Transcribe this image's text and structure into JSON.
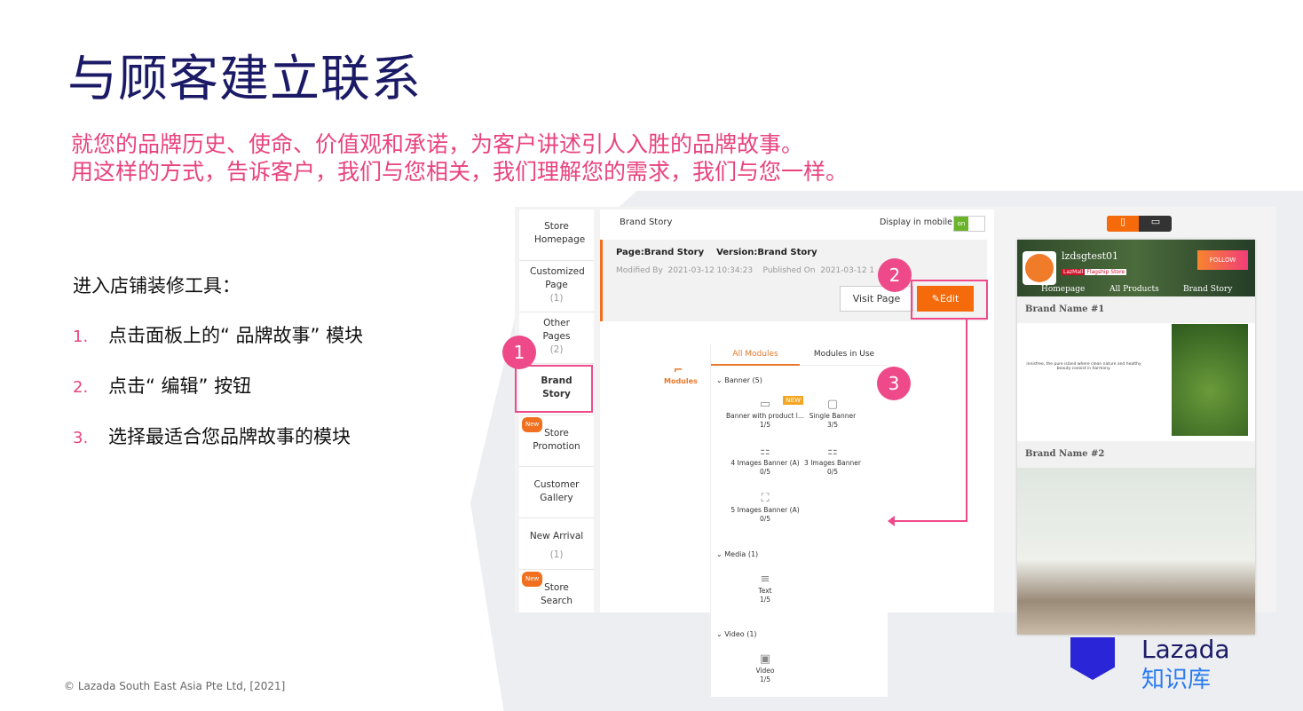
{
  "slide": {
    "title": "与顾客建立联系",
    "subtitle_lines": [
      "就您的品牌历史、使命、价值观和承诺，为客户讲述引人入胜的品牌故事。",
      "用这样的方式，告诉客户，我们与您相关，我们理解您的需求，我们与您一样。"
    ],
    "intro": "进入店铺装修工具：",
    "steps": [
      {
        "n": "1.",
        "text": "点击面板上的“ 品牌故事” 模块"
      },
      {
        "n": "2.",
        "text": "点击“ 编辑” 按钮"
      },
      {
        "n": "3.",
        "text": "选择最适合您品牌故事的模块"
      }
    ],
    "footer": "©  Lazada South East Asia Pte Ltd, [2021]",
    "logo": {
      "brand": "Lazada",
      "sub": "知识库"
    },
    "callouts": [
      "1",
      "2",
      "3"
    ],
    "accent": "#ee4a8a"
  },
  "editor": {
    "sidebar": [
      {
        "label": "Store Homepage"
      },
      {
        "label": "Customized Page",
        "count": "(1)"
      },
      {
        "label": "Other Pages",
        "count": "(2)"
      },
      {
        "label": "Brand Story",
        "active": true
      },
      {
        "label": "Store Promotion",
        "badge": "New"
      },
      {
        "label": "Customer Gallery"
      },
      {
        "label": "New Arrival",
        "count": "(1)"
      },
      {
        "label": "Store Search",
        "badge": "New"
      }
    ],
    "header": {
      "title": "Brand Story",
      "display_mobile": "Display in mobile",
      "toggle": "on"
    },
    "card": {
      "page": "Page:Brand Story",
      "version": "Version:Brand Story",
      "modified_label": "Modified By",
      "modified": "2021-03-12 10:34:23",
      "published_label": "Published On",
      "published": "2021-03-12 1",
      "visit": "Visit Page",
      "edit": "Edit"
    },
    "modules_label": "Modules",
    "tabs": [
      "All Modules",
      "Modules in Use"
    ],
    "groups": [
      {
        "name": "Banner (5)",
        "items": [
          {
            "name": "Banner with product l...",
            "count": "1/5",
            "badge": "NEW"
          },
          {
            "name": "Single Banner",
            "count": "3/5"
          },
          {
            "name": "4 Images Banner (A)",
            "count": "0/5"
          },
          {
            "name": "3 Images Banner",
            "count": "0/5"
          },
          {
            "name": "5 Images Banner (A)",
            "count": "0/5"
          }
        ]
      },
      {
        "name": "Media (1)",
        "items": [
          {
            "name": "Text",
            "count": "1/5"
          }
        ]
      },
      {
        "name": "Video (1)",
        "items": [
          {
            "name": "Video",
            "count": "1/5"
          }
        ]
      }
    ]
  },
  "preview": {
    "store": "lzdsgtest01",
    "lazmall": "LazMall",
    "flagship": "Flagship Store",
    "follow": "FOLLOW",
    "nav": [
      "Homepage",
      "All Products",
      "Brand Story"
    ],
    "brand1": "Brand Name #1",
    "brand2": "Brand Name #2",
    "brand1_text": "innisfree, the pure island where clean nature and healthy beauty coexist in harmony."
  },
  "colors": {
    "orange": "#f07020",
    "title": "#1b1a66",
    "pink": "#e8437d"
  }
}
